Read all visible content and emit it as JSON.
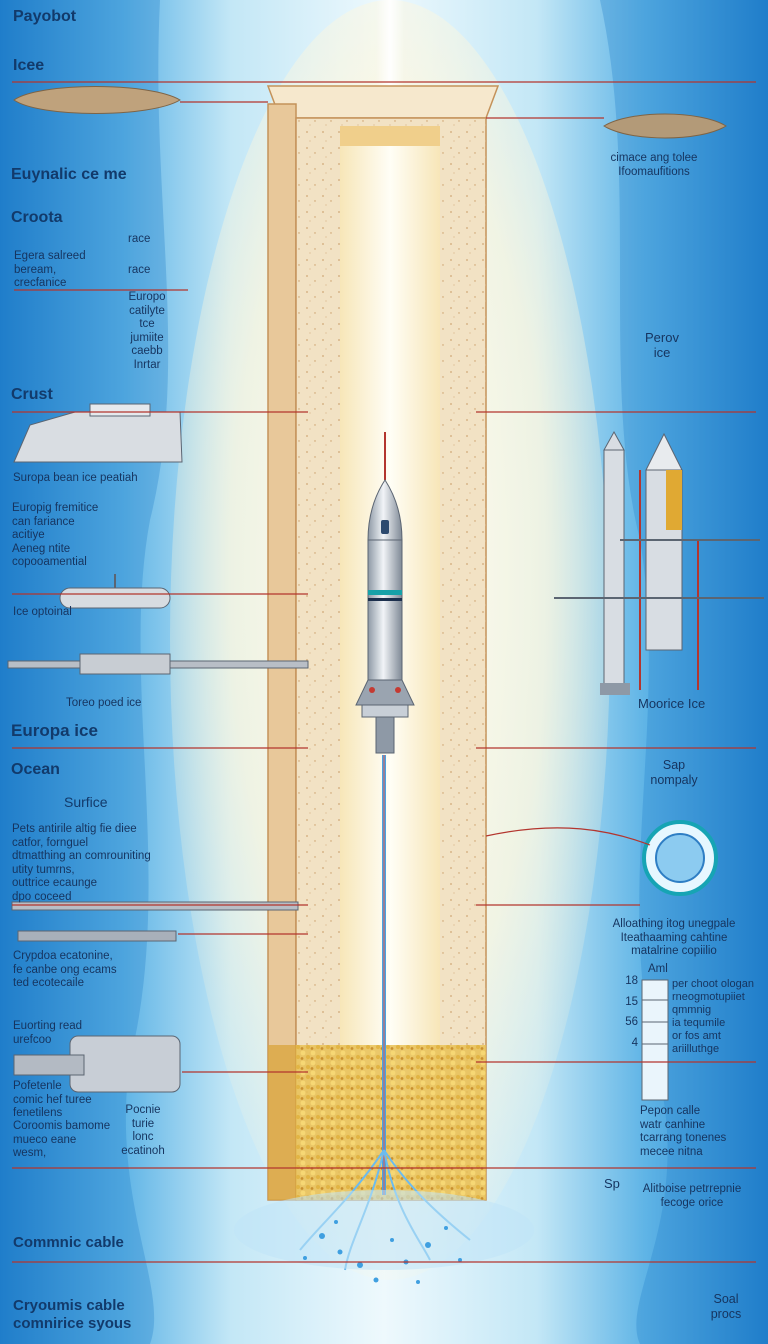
{
  "colors": {
    "ocean_light": "#dff3fb",
    "ocean_mid": "#63b6e6",
    "ocean_deep": "#1776c6",
    "ice_column": "#f3e3c7",
    "ice_edge": "#cc9a5d",
    "sediment": "#e7bf55",
    "leader_line": "#b3352e",
    "plume": "#5fb3ea"
  },
  "left_labels": {
    "payload": "Payobot",
    "ice_top": "Icee",
    "eyunalic": "Euynalic ce me",
    "croota": "Croota",
    "race1": "race",
    "race2": "race",
    "egera": "Egera salreed\nbeream,\ncrecfanice",
    "europo": "Europo\ncatilyte\ntce\njumiite\ncaebb\nInrtar",
    "crust": "Crust",
    "europa_ice_probe": "Suropa bean ice peatiah",
    "europig": "Europig fremitice\ncan fariance\nacitiye\nAeneg ntite\ncopooamential",
    "ice_optional": "Ice optoinal",
    "toreo": "Toreo poed ice",
    "europa_ice": "Europa ice",
    "ocean": "Ocean",
    "surface": "Surfice",
    "pets": "Pets antirile altig fie diee\ncatfor, fornguel\ndtmatthing an comrouniting\nutity tumrns,\nouttrice ecaunge\ndpo coceed",
    "cryptoa": "Crypdoa ecatonine,\nfe canbe ong ecams\nted ecotecaile",
    "euorting": "Euorting read\nurefcoo",
    "pofetenle": "Pofetenle\ncomic hef turee\nfenetilens",
    "coroomis": "Coroomis bamome\nmueco eane\nwesm,",
    "pocnie": "Pocnie\nturie\nlonc\necatinoh",
    "comm_cable": "Commnic cable",
    "cryomis": "Cryoumis cable\ncomnirice syous"
  },
  "right_labels": {
    "cimage": "cimace ang tolee\nIfoomaufitions",
    "perov": "Perov\nice",
    "moorice": "Moorice Ice",
    "sap": "Sap\nnompaly",
    "alloathing": "Alloathing itog unegpale\nIteathaaming cahtine\nmatalrine copiilio",
    "aml": "Aml",
    "scale_ticks": [
      "18",
      "15",
      "56",
      "4"
    ],
    "per_choot": "per choot ologan\nrneogmotupiiet\nqmmnig\nia tequmile\nor fos amt\nariilluthge",
    "pepon": "Pepon calle\nwatr canhine\ntcarrang tonenes\nmecee nitna",
    "sp": "Sp",
    "alitboise": "Alitboise petrrepnie\nfecoge orice",
    "soal": "Soal\nprocs"
  }
}
